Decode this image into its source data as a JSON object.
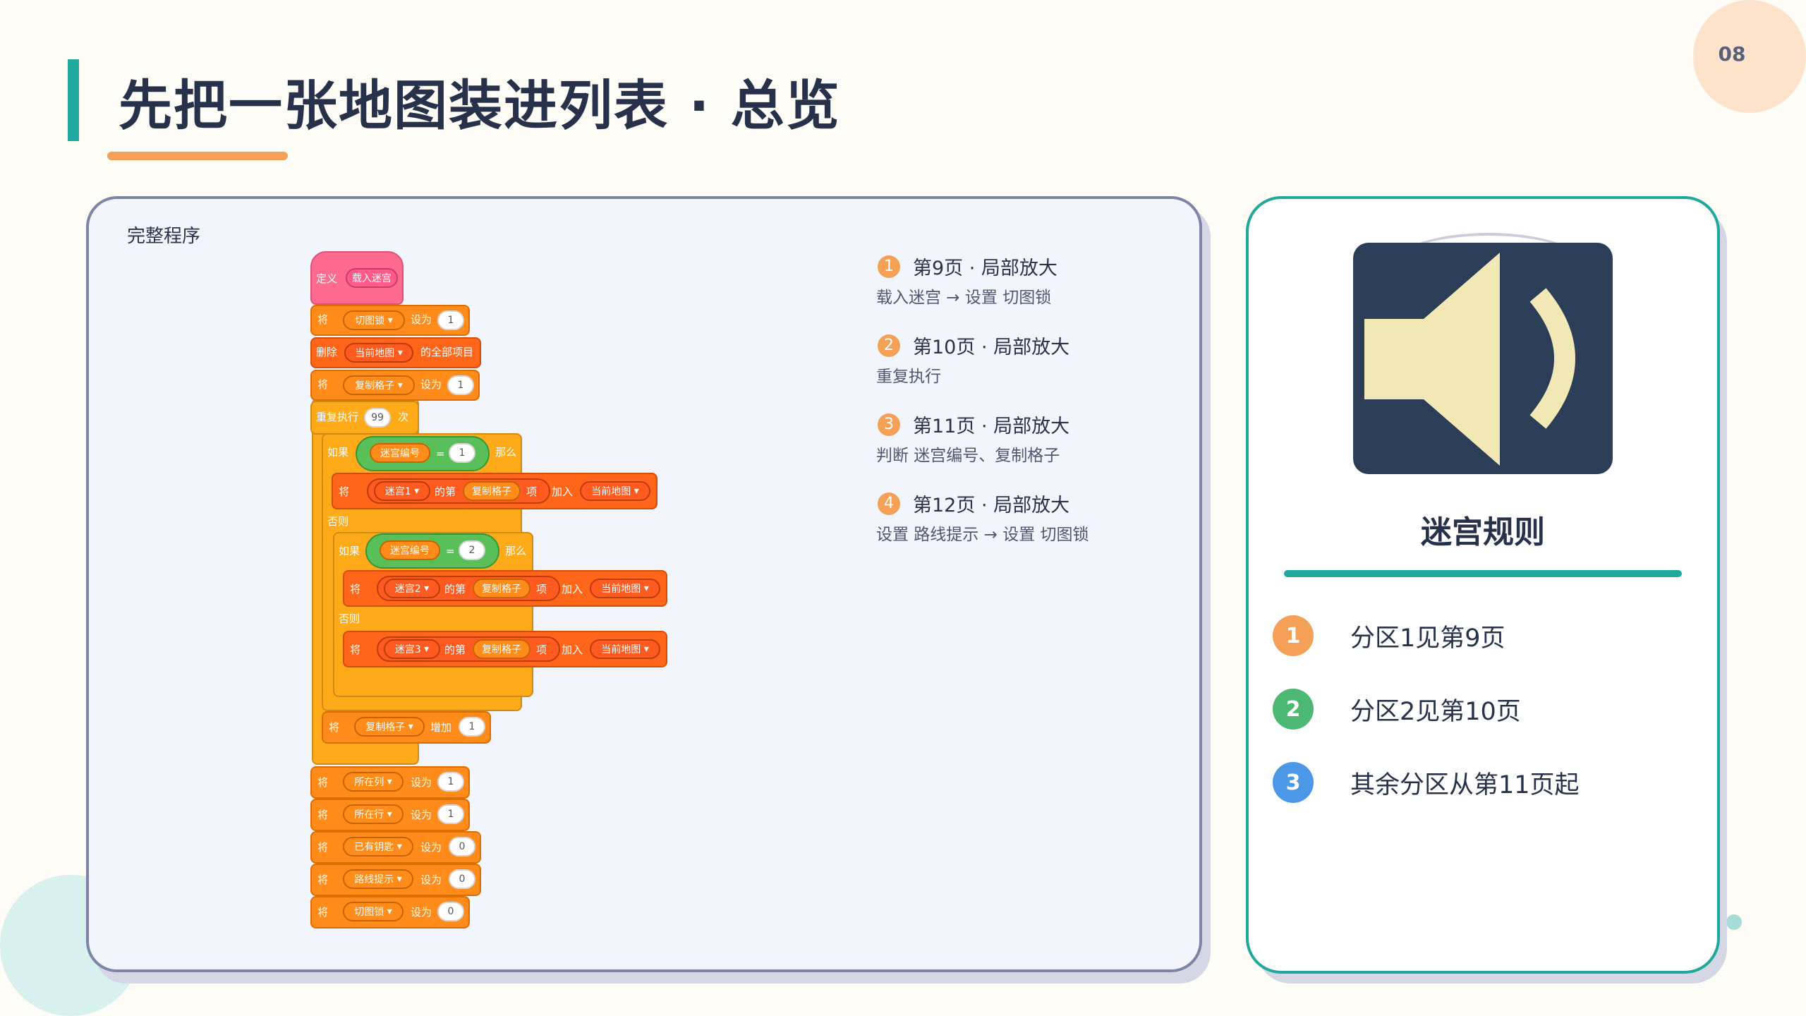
{
  "page": {
    "title": "先把一张地图装进列表 · 总览",
    "number": "08"
  },
  "panel": {
    "label": "完整程序"
  },
  "blocks": {
    "hat": {
      "define": "定义",
      "name": "载入迷宫"
    },
    "b1": {
      "a": "将",
      "var": "切图锁",
      "b": "设为",
      "val": "1"
    },
    "b2": {
      "a": "删除",
      "list": "当前地图",
      "b": "的全部项目"
    },
    "b3": {
      "a": "将",
      "var": "复制格子",
      "b": "设为",
      "val": "1"
    },
    "repeat": {
      "a": "重复执行",
      "val": "99",
      "b": "次"
    },
    "if1": {
      "a": "如果",
      "var": "迷宫编号",
      "eq": "=",
      "val": "1",
      "then": "那么"
    },
    "add1": {
      "a": "将",
      "list": "迷宫1",
      "b": "的第",
      "var": "复制格子",
      "c": "项",
      "d": "加入",
      "target": "当前地图"
    },
    "else1": "否则",
    "if2": {
      "a": "如果",
      "var": "迷宫编号",
      "eq": "=",
      "val": "2",
      "then": "那么"
    },
    "add2": {
      "a": "将",
      "list": "迷宫2",
      "b": "的第",
      "var": "复制格子",
      "c": "项",
      "d": "加入",
      "target": "当前地图"
    },
    "else2": "否则",
    "add3": {
      "a": "将",
      "list": "迷宫3",
      "b": "的第",
      "var": "复制格子",
      "c": "项",
      "d": "加入",
      "target": "当前地图"
    },
    "inc": {
      "a": "将",
      "var": "复制格子",
      "b": "增加",
      "val": "1"
    },
    "s1": {
      "a": "将",
      "var": "所在列",
      "b": "设为",
      "val": "1"
    },
    "s2": {
      "a": "将",
      "var": "所在行",
      "b": "设为",
      "val": "1"
    },
    "s3": {
      "a": "将",
      "var": "已有钥匙",
      "b": "设为",
      "val": "0"
    },
    "s4": {
      "a": "将",
      "var": "路线提示",
      "b": "设为",
      "val": "0"
    },
    "s5": {
      "a": "将",
      "var": "切图锁",
      "b": "设为",
      "val": "0"
    }
  },
  "notes": [
    {
      "num": "1",
      "title": "第9页 · 局部放大",
      "sub": "载入迷宫 → 设置 切图锁"
    },
    {
      "num": "2",
      "title": "第10页 · 局部放大",
      "sub": "重复执行"
    },
    {
      "num": "3",
      "title": "第11页 · 局部放大",
      "sub": "判断 迷宫编号、复制格子"
    },
    {
      "num": "4",
      "title": "第12页 · 局部放大",
      "sub": "设置 路线提示 → 设置 切图锁"
    }
  ],
  "card": {
    "icon": "speaker-icon",
    "title": "迷宫规则",
    "rules": [
      {
        "num": "1",
        "text": "分区1见第9页",
        "color": "#f5a057"
      },
      {
        "num": "2",
        "text": "分区2见第10页",
        "color": "#4cb874"
      },
      {
        "num": "3",
        "text": "其余分区从第11页起",
        "color": "#4a98e6"
      }
    ]
  },
  "colors": {
    "teal": "#1fa89b",
    "orange": "#f5a057",
    "navy": "#27324a",
    "speaker_bg": "#2c3e57",
    "speaker_fg": "#f2e8b5"
  }
}
